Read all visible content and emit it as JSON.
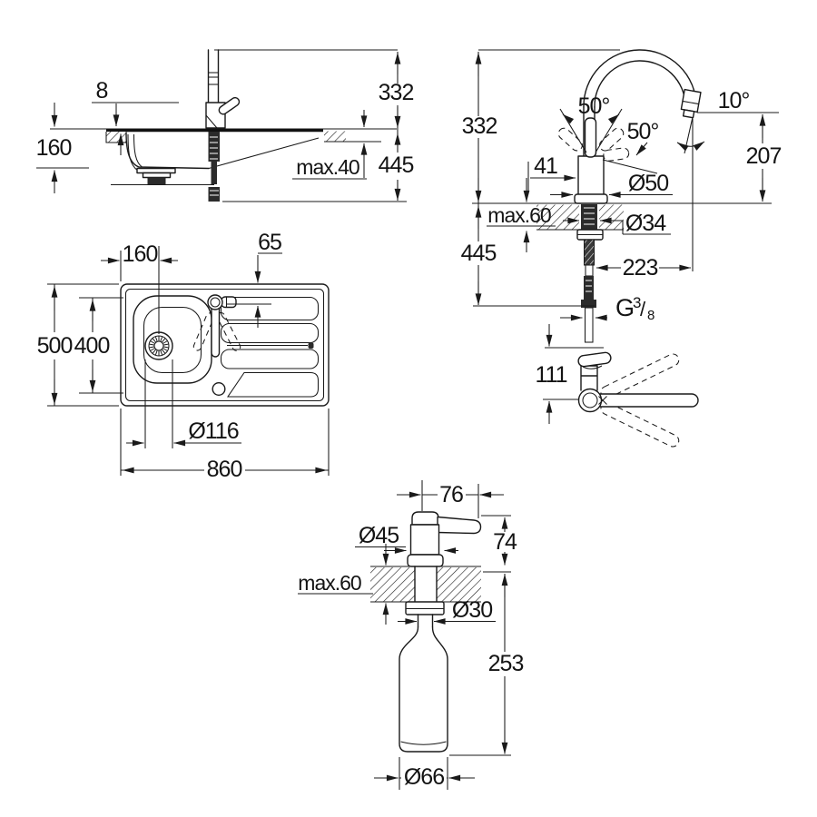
{
  "colors": {
    "line": "#1a1a1a",
    "background": "#ffffff"
  },
  "views": {
    "sink_side": {
      "d8": "8",
      "d160": "160",
      "d332": "332",
      "d445": "445",
      "max40": "max.40"
    },
    "faucet_front": {
      "d332": "332",
      "d445": "445",
      "a50_1": "50°",
      "a50_2": "50°",
      "a10": "10°",
      "d207": "207",
      "d41": "41",
      "dia50": "Ø50",
      "max60": "max.60",
      "dia34": "Ø34",
      "d223": "223",
      "g": "G",
      "g_num": "3",
      "g_slash": "/",
      "g_den": "8"
    },
    "faucet_swivel": {
      "d111": "111"
    },
    "sink_top": {
      "d160": "160",
      "d65": "65",
      "d500": "500",
      "d400": "400",
      "dia116": "Ø116",
      "d860": "860"
    },
    "dispenser": {
      "d76": "76",
      "dia45": "Ø45",
      "d74": "74",
      "max60": "max.60",
      "dia30": "Ø30",
      "d253": "253",
      "dia66": "Ø66"
    }
  }
}
